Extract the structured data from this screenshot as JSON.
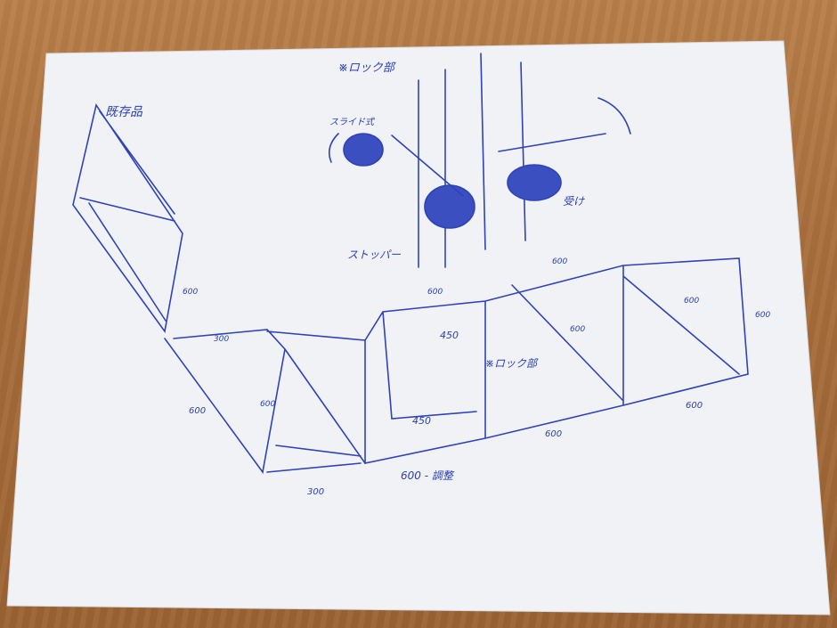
{
  "sheet": {
    "paper_color": "#f3f4f8",
    "table_color": "#a96f3c",
    "ink_color": "#2b3fb5"
  },
  "labels": {
    "existing_item": "既存品",
    "lock_section_top": "※ロック部",
    "slide_type": "スライド式",
    "receiver": "受け",
    "stopper": "ストッパー",
    "lock_section_mid": "※ロック部",
    "adjust": "600 - 調整",
    "dim_600_top": "600",
    "dim_600_top2": "600",
    "dim_600_right": "600",
    "dim_600_right_edge": "600",
    "dim_600_diag": "600",
    "dim_600_left_panel": "600",
    "dim_600_left": "600",
    "dim_600_left2": "600",
    "dim_300_upper": "300",
    "dim_300_lower": "300",
    "dim_450_upper": "450",
    "dim_450_lower": "450",
    "dim_600_bottom_mid": "600",
    "dim_600_bottom_right": "600"
  }
}
